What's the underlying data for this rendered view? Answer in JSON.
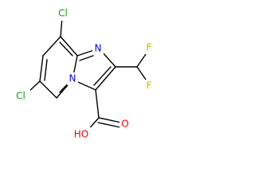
{
  "molecule": {
    "colors": {
      "carbon": "#000000",
      "nitrogen": "#0000ff",
      "oxygen": "#ff0000",
      "chlorine": "#00aa00",
      "fluorine": "#99cc00",
      "background": "#ffffff"
    },
    "labels": {
      "cl_top": "Cl",
      "cl_left": "Cl",
      "n_imine": "N",
      "n_bridge": "N",
      "f_top": "F",
      "f_bottom": "F",
      "oh": "HO",
      "o_carbonyl": "O"
    }
  }
}
